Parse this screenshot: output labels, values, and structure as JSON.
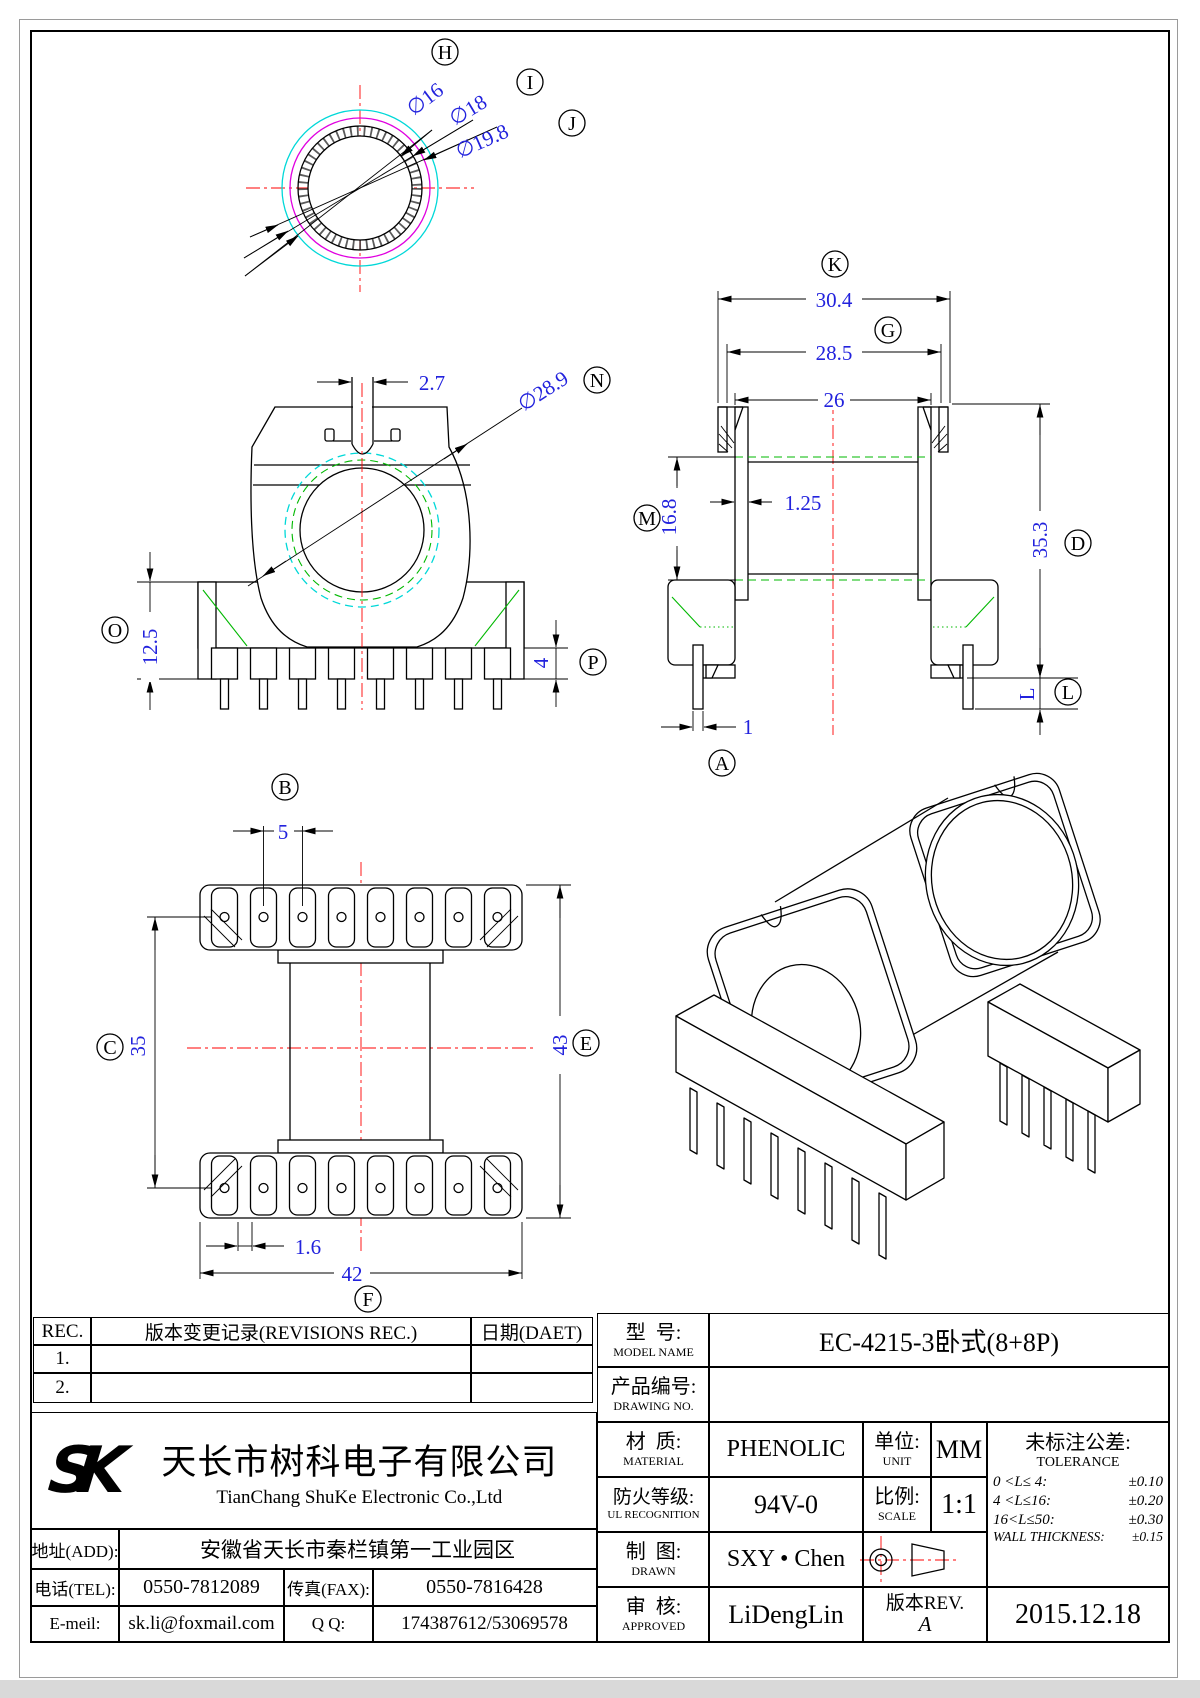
{
  "colors": {
    "dimension_text": "#2222dd",
    "centerline": "#ff0000",
    "aux_green": "#00b800",
    "aux_cyan": "#00d8d8",
    "aux_magenta": "#e000e0"
  },
  "section_view": {
    "d16": "∅16",
    "d18": "∅18",
    "d198": "∅19.8",
    "lH": "H",
    "lI": "I",
    "lJ": "J"
  },
  "front_view": {
    "slot": "2.7",
    "dia": "∅28.9",
    "flange_h": "12.5",
    "tooth": "4",
    "lN": "N",
    "lO": "O",
    "lP": "P"
  },
  "side_view": {
    "w1": "30.4",
    "w2": "28.5",
    "w3": "26",
    "wh": "16.8",
    "wall": "1.25",
    "h": "35.3",
    "pl": "L",
    "pw": "1",
    "lK": "K",
    "lG": "G",
    "lM": "M",
    "lD": "D",
    "lL": "L",
    "lA": "A"
  },
  "bottom_view": {
    "pitch": "5",
    "span": "35",
    "h": "43",
    "gap": "1.6",
    "w": "42",
    "lB": "B",
    "lC": "C",
    "lE": "E",
    "lF": "F"
  },
  "title_block": {
    "revisions": {
      "col_rec": "REC.",
      "col_record": "版本变更记录(REVISIONS REC.)",
      "col_date": "日期(DAET)",
      "rows": [
        {
          "no": "1."
        },
        {
          "no": "2."
        }
      ]
    },
    "company": {
      "logo_s": "S",
      "logo_k": "K",
      "name_cn": "天长市树科电子有限公司",
      "name_en": "TianChang ShuKe Electronic Co.,Ltd"
    },
    "contact": {
      "addr_label": "地址(ADD):",
      "addr": "安徽省天长市秦栏镇第一工业园区",
      "tel_label": "电话(TEL):",
      "tel": "0550-7812089",
      "fax_label": "传真(FAX):",
      "fax": "0550-7816428",
      "email_label": "E-meil:",
      "email": "sk.li@foxmail.com",
      "qq_label": "Q Q:",
      "qq": "174387612/53069578"
    },
    "model": {
      "label_cn": "型  号:",
      "label_en": "MODEL NAME",
      "value": "EC-4215-3卧式(8+8P)"
    },
    "drawing_no": {
      "label_cn": "产品编号:",
      "label_en": "DRAWING NO.",
      "value": ""
    },
    "material": {
      "label_cn": "材  质:",
      "label_en": "MATERIAL",
      "value": "PHENOLIC"
    },
    "unit": {
      "label_cn": "单位:",
      "label_en": "UNIT",
      "value": "MM"
    },
    "fire_rating": {
      "label_cn": "防火等级:",
      "label_en": "UL RECOGNITION",
      "value": "94V-0"
    },
    "scale": {
      "label_cn": "比例:",
      "label_en": "SCALE",
      "value": "1:1"
    },
    "drawn": {
      "label_cn": "制  图:",
      "label_en": "DRAWN",
      "value": "SXY • Chen"
    },
    "approved": {
      "label_cn": "审  核:",
      "label_en": "APPROVED",
      "value": "LiDengLin"
    },
    "revision": {
      "label": "版本REV.",
      "value": "A"
    },
    "date": "2015.12.18",
    "tolerance": {
      "title_cn": "未标注公差:",
      "title_en": "TOLERANCE",
      "rows": [
        [
          "0 <L≤ 4:",
          "±0.10"
        ],
        [
          "4 <L≤16:",
          "±0.20"
        ],
        [
          "16<L≤50:",
          "±0.30"
        ],
        [
          "WALL THICKNESS:",
          "±0.15"
        ]
      ]
    }
  }
}
